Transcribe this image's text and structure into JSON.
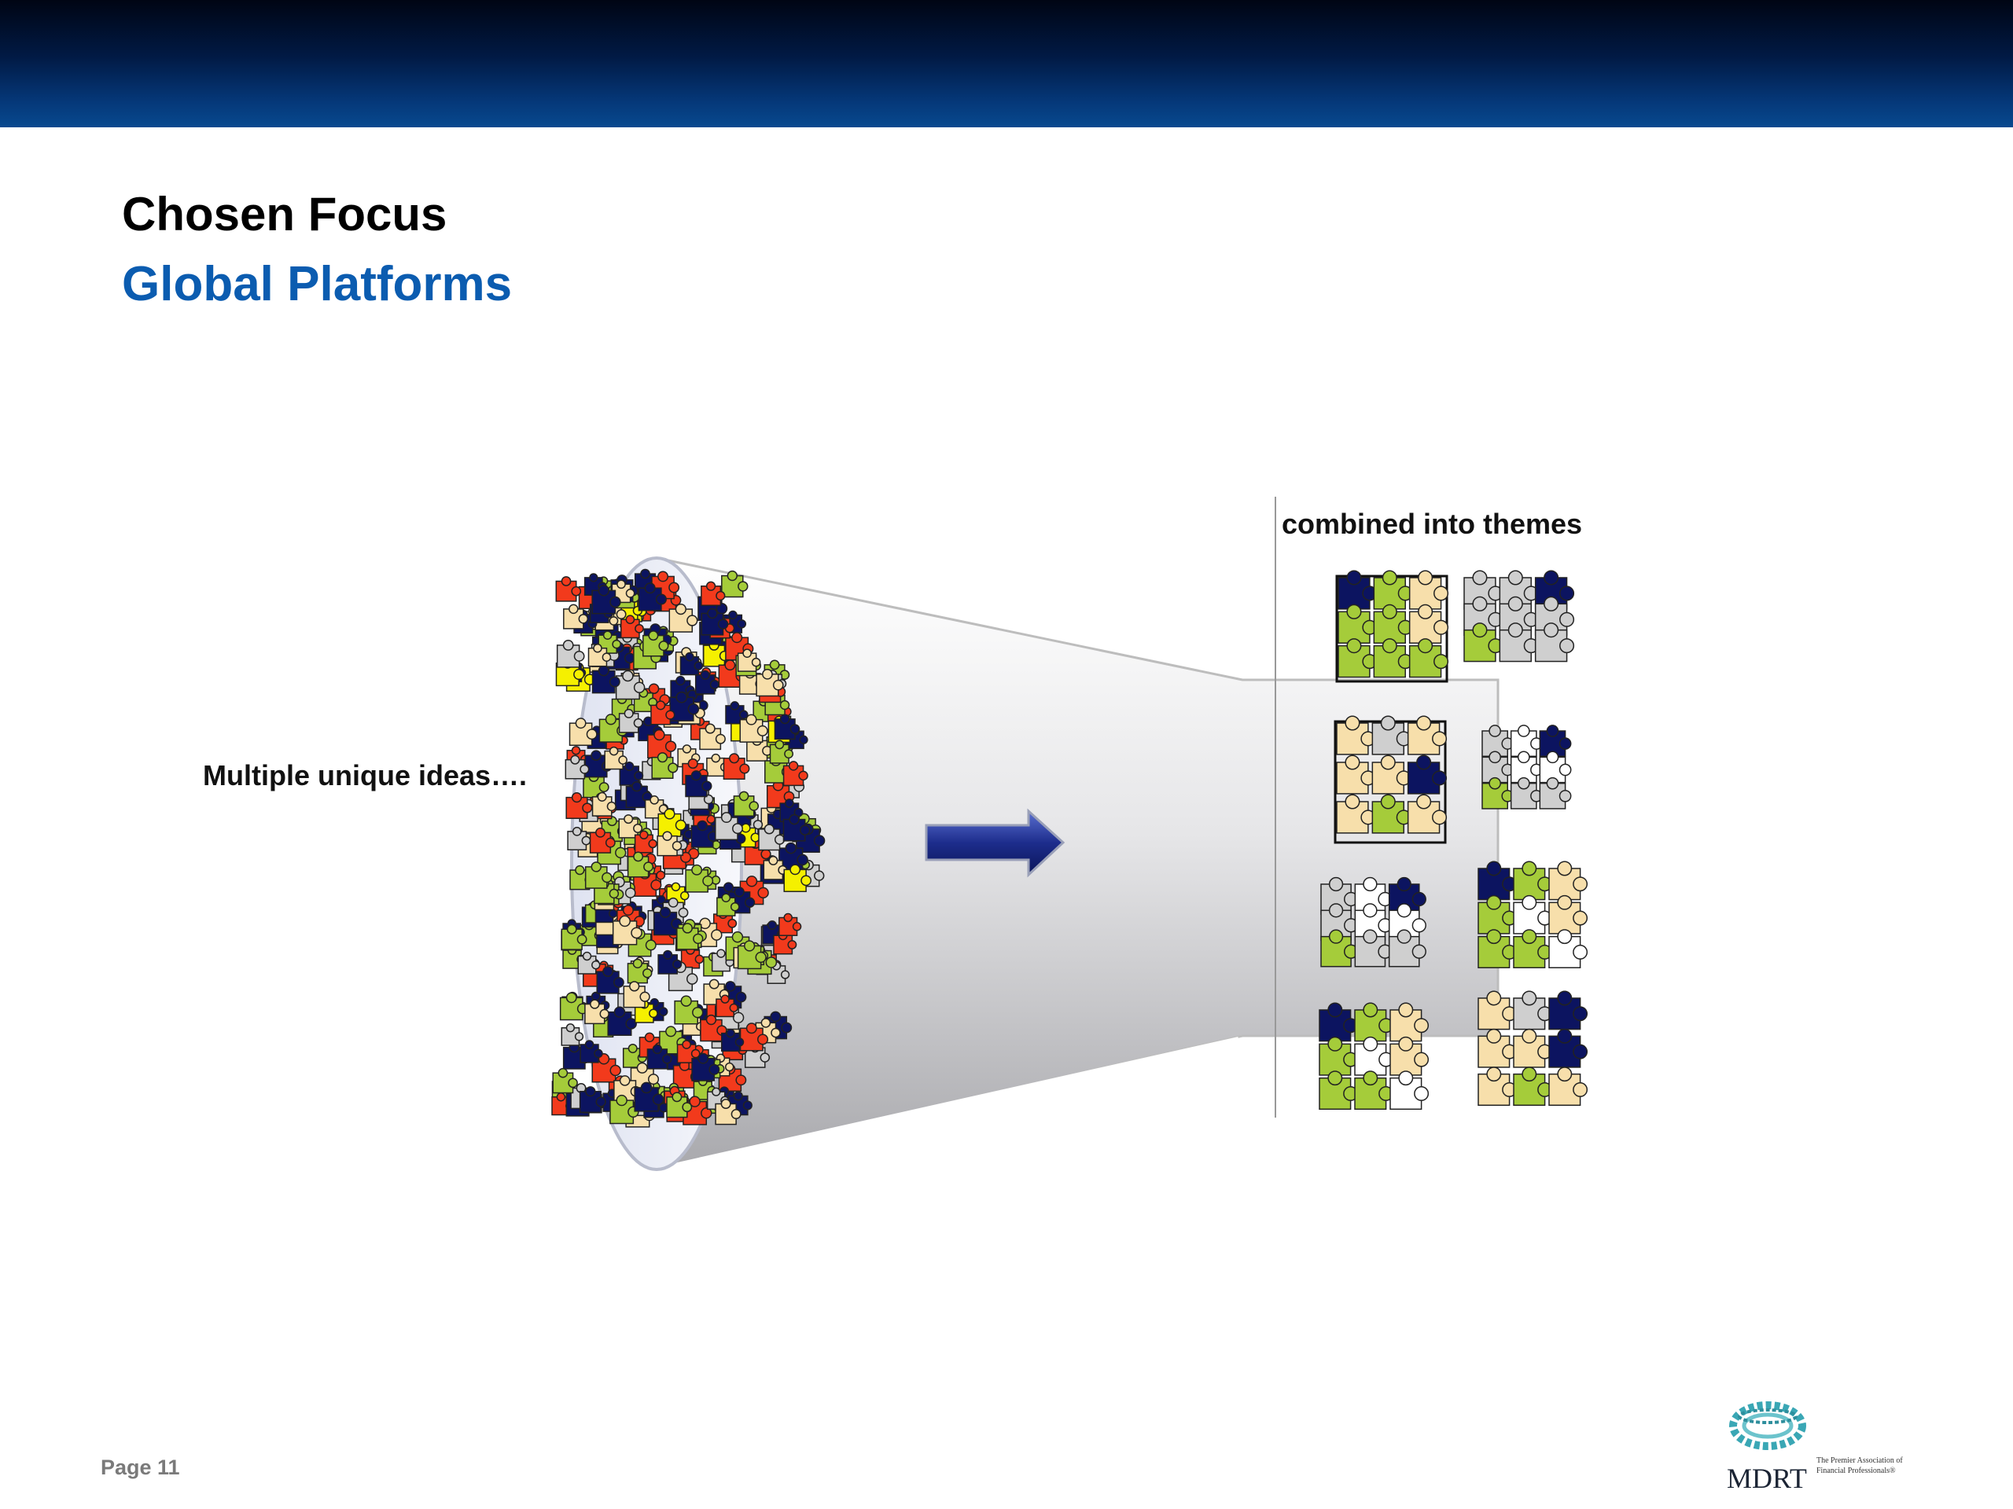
{
  "slide": {
    "title": "Chosen Focus",
    "subtitle": "Global Platforms",
    "page_label": "Page 11"
  },
  "diagram": {
    "left_label": "Multiple unique ideas….",
    "right_label": "combined into themes",
    "piece_colors": [
      "#0c1460",
      "#a5cc3a",
      "#f7dfab",
      "#f23a1c",
      "#cfcfcf",
      "#f5f000"
    ],
    "arrow_color": "#1d2d8c"
  },
  "logo": {
    "wordmark": "MDRT",
    "tagline": "The Premier Association of Financial Professionals®"
  },
  "colors": {
    "header_band": "#053879",
    "subtitle": "#0b5cb0"
  }
}
